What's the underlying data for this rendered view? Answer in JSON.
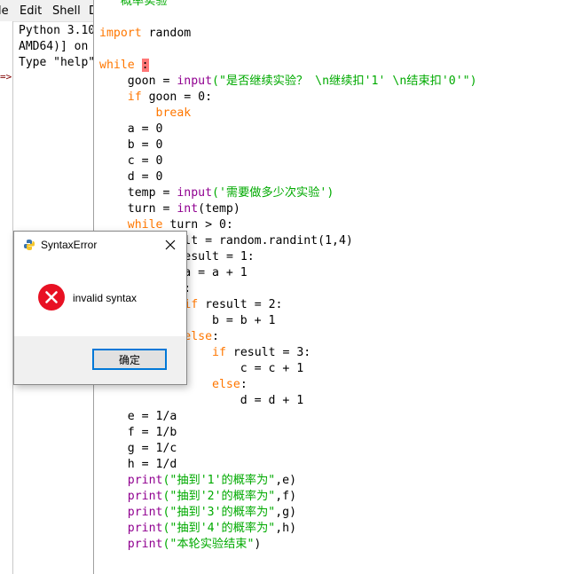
{
  "shell": {
    "menu": [
      "le",
      "Edit",
      "Shell",
      "D"
    ],
    "lines": [
      "Python 3.10",
      "AMD64)] on",
      "Type \"help\""
    ],
    "prompt": "=>"
  },
  "editor": {
    "lines": [
      [
        {
          "t": "'''概率实验'''",
          "c": "str"
        }
      ],
      [],
      [
        {
          "t": "import",
          "c": "kw"
        },
        {
          "t": " random"
        }
      ],
      [],
      [
        {
          "t": "while",
          "c": "kw"
        },
        {
          "t": " "
        },
        {
          "t": ":",
          "c": "err"
        }
      ],
      [
        {
          "t": "    goon = "
        },
        {
          "t": "input",
          "c": "bi"
        },
        {
          "t": "(\"是否继续实验？ \\n继续扣'1' \\n结束扣'0'\")",
          "c": "str"
        }
      ],
      [
        {
          "t": "    "
        },
        {
          "t": "if",
          "c": "kw"
        },
        {
          "t": " goon = 0:"
        }
      ],
      [
        {
          "t": "        "
        },
        {
          "t": "break",
          "c": "kw"
        }
      ],
      [
        {
          "t": "    a = 0"
        }
      ],
      [
        {
          "t": "    b = 0"
        }
      ],
      [
        {
          "t": "    c = 0"
        }
      ],
      [
        {
          "t": "    d = 0"
        }
      ],
      [
        {
          "t": "    temp = "
        },
        {
          "t": "input",
          "c": "bi"
        },
        {
          "t": "('需要做多少次实验')",
          "c": "str"
        }
      ],
      [
        {
          "t": "    turn = "
        },
        {
          "t": "int",
          "c": "bi"
        },
        {
          "t": "(temp)"
        }
      ],
      [
        {
          "t": "    "
        },
        {
          "t": "while",
          "c": "kw"
        },
        {
          "t": " turn > 0:"
        }
      ],
      [
        {
          "t": "        result = random.randint(1,4)"
        }
      ],
      [
        {
          "t": "        "
        },
        {
          "t": "if",
          "c": "kw"
        },
        {
          "t": " result = 1:"
        }
      ],
      [
        {
          "t": "            a = a + 1"
        }
      ],
      [
        {
          "t": "        "
        },
        {
          "t": "else",
          "c": "kw"
        },
        {
          "t": ":"
        }
      ],
      [
        {
          "t": "            "
        },
        {
          "t": "if",
          "c": "kw"
        },
        {
          "t": " result = 2:"
        }
      ],
      [
        {
          "t": "                b = b + 1"
        }
      ],
      [
        {
          "t": "            "
        },
        {
          "t": "else",
          "c": "kw"
        },
        {
          "t": ":"
        }
      ],
      [
        {
          "t": "                "
        },
        {
          "t": "if",
          "c": "kw"
        },
        {
          "t": " result = 3:"
        }
      ],
      [
        {
          "t": "                    c = c + 1"
        }
      ],
      [
        {
          "t": "                "
        },
        {
          "t": "else",
          "c": "kw"
        },
        {
          "t": ":"
        }
      ],
      [
        {
          "t": "                    d = d + 1"
        }
      ],
      [
        {
          "t": "    e = 1/a"
        }
      ],
      [
        {
          "t": "    f = 1/b"
        }
      ],
      [
        {
          "t": "    g = 1/c"
        }
      ],
      [
        {
          "t": "    h = 1/d"
        }
      ],
      [
        {
          "t": "    "
        },
        {
          "t": "print",
          "c": "bi"
        },
        {
          "t": "(\"抽到'1'的概率为\"",
          "c": "str"
        },
        {
          "t": ",e)"
        }
      ],
      [
        {
          "t": "    "
        },
        {
          "t": "print",
          "c": "bi"
        },
        {
          "t": "(\"抽到'2'的概率为\"",
          "c": "str"
        },
        {
          "t": ",f)"
        }
      ],
      [
        {
          "t": "    "
        },
        {
          "t": "print",
          "c": "bi"
        },
        {
          "t": "(\"抽到'3'的概率为\"",
          "c": "str"
        },
        {
          "t": ",g)"
        }
      ],
      [
        {
          "t": "    "
        },
        {
          "t": "print",
          "c": "bi"
        },
        {
          "t": "(\"抽到'4'的概率为\"",
          "c": "str"
        },
        {
          "t": ",h)"
        }
      ],
      [
        {
          "t": "    "
        },
        {
          "t": "print",
          "c": "bi"
        },
        {
          "t": "(\"本轮实验结束\"",
          "c": "str"
        },
        {
          "t": ")"
        }
      ]
    ]
  },
  "dialog": {
    "title": "SyntaxError",
    "close_icon": "close-icon",
    "message": "invalid syntax",
    "ok_label": "确定",
    "error_color": "#e81123"
  }
}
